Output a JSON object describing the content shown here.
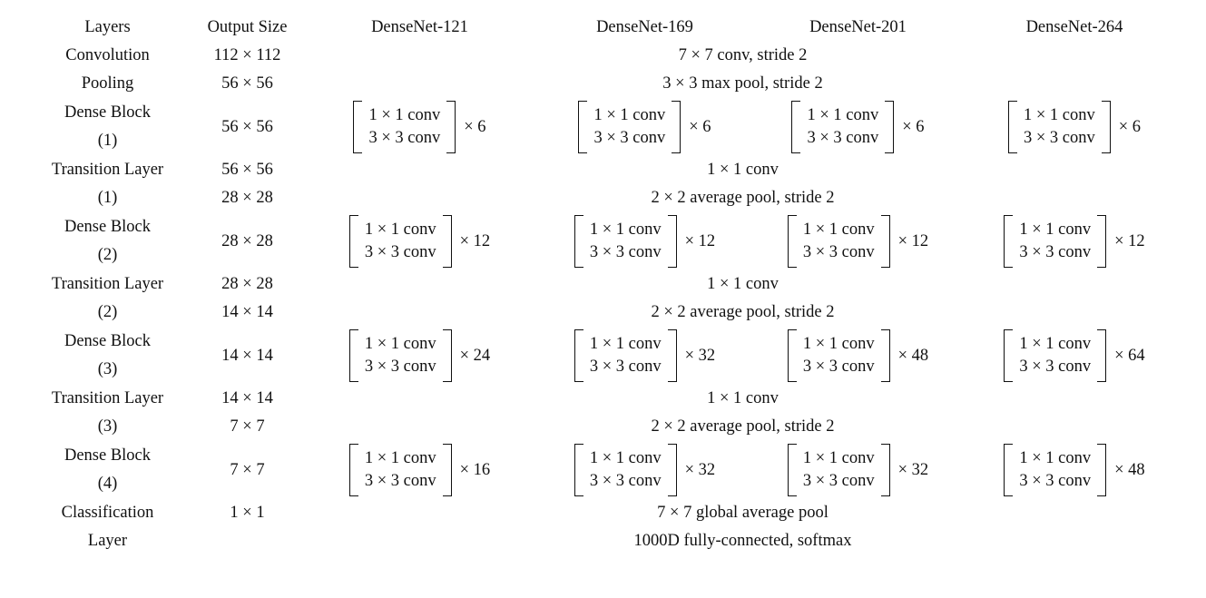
{
  "table": {
    "caption_present": false,
    "columns": [
      "Layers",
      "Output Size",
      "DenseNet-121",
      "DenseNet-169",
      "DenseNet-201",
      "DenseNet-264"
    ],
    "conv_row": {
      "layer": "Convolution",
      "output": "112 × 112",
      "spec": "7 × 7 conv, stride 2"
    },
    "pool_row": {
      "layer": "Pooling",
      "output": "56 × 56",
      "spec": "3 × 3 max pool, stride 2"
    },
    "dense_block_1": {
      "layer_line1": "Dense Block",
      "layer_line2": "(1)",
      "output": "56 × 56",
      "row1": "1 × 1 conv",
      "row2": "3 × 3 conv",
      "multipliers": [
        "× 6",
        "× 6",
        "× 6",
        "× 6"
      ]
    },
    "transition_1": {
      "layer_line1": "Transition Layer",
      "layer_line2": "(1)",
      "output_top": "56 × 56",
      "output_bottom": "28 × 28",
      "spec_top": "1 × 1 conv",
      "spec_bottom": "2 × 2 average pool, stride 2"
    },
    "dense_block_2": {
      "layer_line1": "Dense Block",
      "layer_line2": "(2)",
      "output": "28 × 28",
      "row1": "1 × 1 conv",
      "row2": "3 × 3 conv",
      "multipliers": [
        "× 12",
        "× 12",
        "× 12",
        "× 12"
      ]
    },
    "transition_2": {
      "layer_line1": "Transition Layer",
      "layer_line2": "(2)",
      "output_top": "28 × 28",
      "output_bottom": "14 × 14",
      "spec_top": "1 × 1 conv",
      "spec_bottom": "2 × 2 average pool, stride 2"
    },
    "dense_block_3": {
      "layer_line1": "Dense Block",
      "layer_line2": "(3)",
      "output": "14 × 14",
      "row1": "1 × 1 conv",
      "row2": "3 × 3 conv",
      "multipliers": [
        "× 24",
        "× 32",
        "× 48",
        "× 64"
      ]
    },
    "transition_3": {
      "layer_line1": "Transition Layer",
      "layer_line2": "(3)",
      "output_top": "14 × 14",
      "output_bottom": "7 × 7",
      "spec_top": "1 × 1 conv",
      "spec_bottom": "2 × 2 average pool, stride 2"
    },
    "dense_block_4": {
      "layer_line1": "Dense Block",
      "layer_line2": "(4)",
      "output": "7 × 7",
      "row1": "1 × 1 conv",
      "row2": "3 × 3 conv",
      "multipliers": [
        "× 16",
        "× 32",
        "× 32",
        "× 48"
      ]
    },
    "classification": {
      "layer_line1": "Classification",
      "layer_line2": "Layer",
      "output_top": "1 × 1",
      "output_bottom": "",
      "spec_top": "7 × 7 global average pool",
      "spec_bottom": "1000D fully-connected, softmax"
    }
  }
}
